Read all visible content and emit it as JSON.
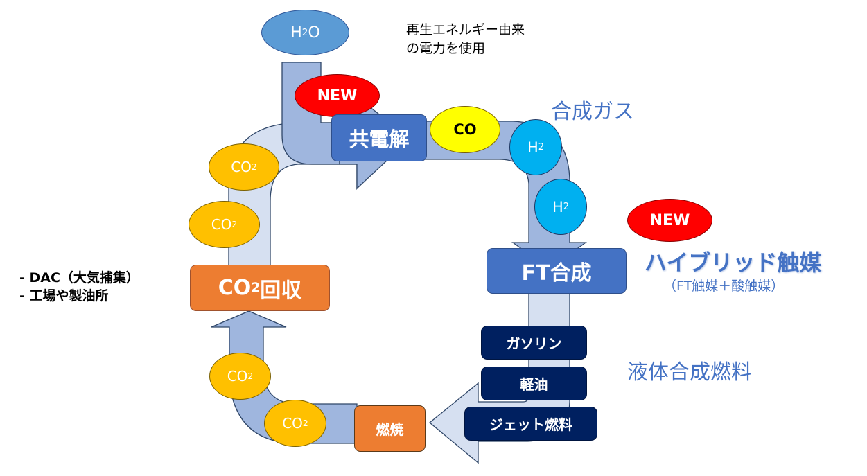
{
  "colors": {
    "pipe_dark": "#9fb6de",
    "pipe_light": "#d6e0f1",
    "pipe_stroke": "#2f4668",
    "process_blue": "#4472c4",
    "orange": "#ed7d31",
    "co2_gold": "#ffc000",
    "co_yellow": "#ffff00",
    "h2_cyan": "#00b0f0",
    "h2o_blue": "#5b9bd5",
    "new_red": "#ff0000",
    "fuel_navy": "#002060",
    "annotation_blue": "#4472c4"
  },
  "inputs": {
    "h2o": {
      "main": "H",
      "sub": "2",
      "tail": "O"
    }
  },
  "badges": {
    "new_top": "NEW",
    "new_right": "NEW"
  },
  "molecules": {
    "co": "CO",
    "h2_a": {
      "main": "H",
      "sub": "2"
    },
    "h2_b": {
      "main": "H",
      "sub": "2"
    },
    "co2_upper_1": {
      "main": "CO",
      "sub": "2"
    },
    "co2_upper_2": {
      "main": "CO",
      "sub": "2"
    },
    "co2_lower_1": {
      "main": "CO",
      "sub": "2"
    },
    "co2_lower_2": {
      "main": "CO",
      "sub": "2"
    }
  },
  "processes": {
    "co_electrolysis": "共電解",
    "ft_synthesis": "FT合成",
    "co2_capture": {
      "main": "CO",
      "sub": "2",
      "tail": "回収"
    },
    "combustion": "燃焼"
  },
  "fuels": [
    "ガソリン",
    "軽油",
    "ジェット燃料"
  ],
  "annotations": {
    "renewable_line1": "再生エネルギー由来",
    "renewable_line2": "の電力を使用",
    "syngas": "合成ガス",
    "hybrid_catalyst": "ハイブリッド触媒",
    "hybrid_catalyst_detail": "（FT触媒＋酸触媒）",
    "liquid_fuel": "液体合成燃料",
    "co2_sources": [
      "- DAC（大気捕集）",
      "- 工場や製油所"
    ]
  }
}
